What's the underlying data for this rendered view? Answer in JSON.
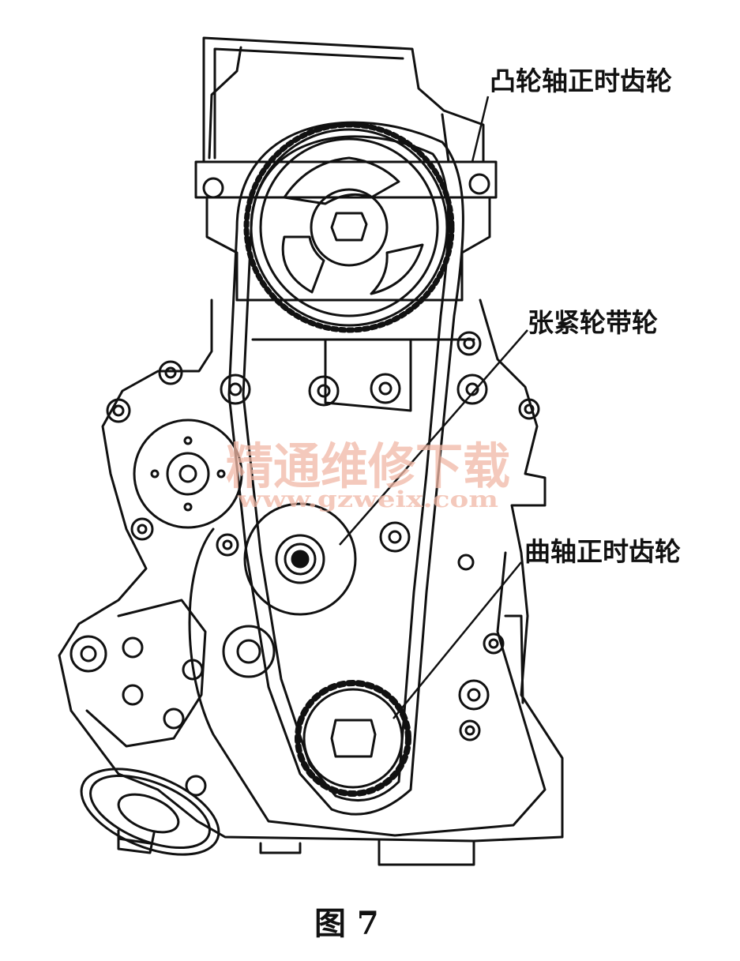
{
  "labels": {
    "camshaft_gear": "凸轮轴正时齿轮",
    "tensioner_pulley": "张紧轮带轮",
    "crankshaft_gear": "曲轴正时齿轮"
  },
  "caption": "图 7",
  "watermark": {
    "title": "精通维修下载",
    "url": "www.gzweix.com"
  },
  "colors": {
    "line": "#111111",
    "watermark": "#f1b8a6"
  }
}
